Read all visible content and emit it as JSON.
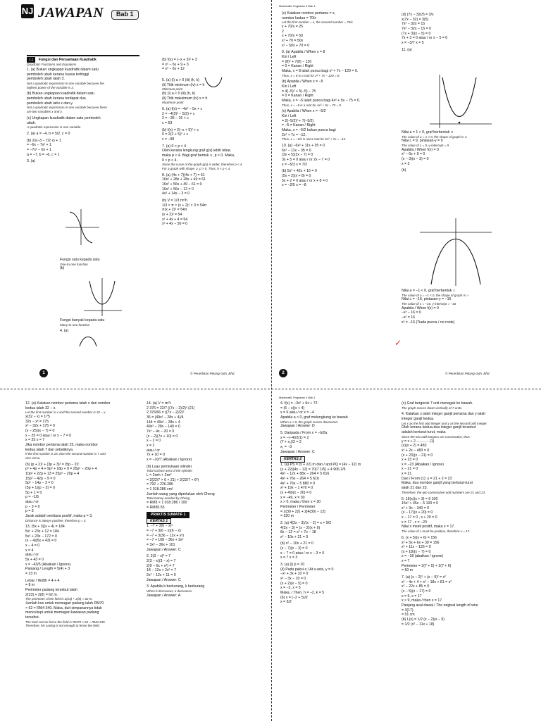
{
  "header": {
    "logo": "NJ",
    "title": "JAWAPAN",
    "chapter": "Bab 1",
    "running_head": "Matematik Tingkatan 4 Bab 1"
  },
  "topic": {
    "tag": "1.1",
    "title": "Fungsi dan Persamaan Kuadratik",
    "subtitle": "Quadratic Functions and Equations"
  },
  "page1": {
    "col1": [
      "1. (a) Bukan ungkapan kuadratik dalam satu",
      "pemboleh ubah kerana kuasa tertinggi",
      "pemboleh ubah ialah 3.",
      "~Not a quadratic expression in one variable because the",
      "~highest power of the variable is 3.",
      "",
      "(b) Bukan ungkapan kuadratik dalam satu",
      "pemboleh ubah kerana terdapat dua",
      "pemboleh ubah iaitu x dan y.",
      "~Not a quadratic expression in one variable because there",
      "~are two variables x and y.",
      "",
      "(c) Ungkapan kuadratik dalam satu pemboleh",
      "ubah.",
      "~A quadratic expression in one variable.",
      "",
      "2. (a) a = −4, b = 5/2, c = 0",
      "",
      "(b) 2x(−3 − 7/2 x) + 1",
      "= −6x − 7x² + 1",
      "= −7x² − 6x + 1",
      "a = −7, b = −6, c = 1",
      "",
      "3. (a)"
    ],
    "col1_b": [
      "Fungsi satu kepada satu",
      "~One-to-one function",
      "(b)"
    ],
    "col1_c": [
      "Fungsi banyak kepada satu",
      "~Many-to-one function",
      "",
      "4. (a)"
    ],
    "col2": [
      "(b) f(x) = (−x + 3)² + 3",
      "= x² − 6x + 9 + 3",
      "= x² − 6x + 12",
      "",
      "",
      "",
      "5. (a) (i) a > 0          (iii) (h, k)",
      "(ii) Titik minimum     (iv) x = h",
      "~Minimum point",
      "(b) (i) a < 0          (iii) (h, k)",
      "(ii) Titik maksimum    (iv) x = h",
      "~Maximum point",
      "",
      "6. (a) f(x) = −4x² − 5x + c",
      "2 = −4(3)² − 5(3) + c",
      "2 = −36 − 15 + c",
      "c = 53",
      "",
      "(b) f(x) = 2(−x + 5)² + c",
      "0 = 2(2 + 5)² + c",
      "c = −98",
      "",
      "7. (a) 0 < p < 4",
      "Oleh kerana lengkung graf g(x) lebih lebar,",
      "maka p < 4. Bagi graf bentuk ∪, p > 0. Maka,",
      "0 < p < 4.",
      "~Since the curve of the graph g(x) is wider, therefore p < 4.",
      "~For a graph with shape ∪, p > 0. Thus, 0 < p < 4.",
      "",
      "8. (a)    (4x + 7)(4x + 7) = 61",
      "16x² + 28x + 28x + 49 = 61",
      "16x² + 56x + 49 − 61 = 0",
      "16x² + 56x − 12 = 0",
      "4x² + 14x − 3 = 0",
      "",
      "(b)    V = 1/3 πr²h",
      "1/3 × π × (x + 2)² × 3 = 54π",
      "π(x + 2)² = 54π",
      "(x + 2)² = 54",
      "x² + 4x + 4 = 54",
      "x² + 4x − 50 = 0"
    ],
    "page_number": "1",
    "footer": "© Penerbitan Pelangi Sdn. Bhd."
  },
  "page2": {
    "col1": [
      "(c) Katakan nombor pertama = x,",
      "nombor kedua = 70/x",
      "~Let the first number = x, the second number = 70/x",
      "x + 70/x = 25",
      "2",
      "x + 70/x = 50",
      "x² + 70 = 50x",
      "x² − 50x + 70 = 0",
      "",
      "9. (a) Apabila / When x = 8",
      "Kiri / Left",
      "= (8)² + 7(8) − 120",
      "= 0 = Kanan / Right",
      "Maka, x = 8 ialah punca bagi x² + 7x − 120 = 0.",
      "~Thus, x = 8 is a root for x² + 7x − 120 = 0.",
      "",
      "(b) Apabila / When x = −5",
      "Kiri / Left",
      "= 4(−5)² + 5(−5) − 75",
      "= 0 = Kanan / Right",
      "Maka, x = −5 ialah punca bagi 4x² + 5x − 75 = 0.",
      "~Thus, x = −5 is a root for 4x² + 5x − 75 = 0.",
      "",
      "(c) Apabila / When x = −5/2",
      "Kiri / Left",
      "= 2(−5/2)² + 7(−5/2)",
      "= −5 ≠ Kanan / Right",
      "Maka, x = −5/2 bukan punca bagi",
      "2x² + 7x = −12.",
      "~Thus, x = −5/2 is not a root for 2x² + 7x = −12.",
      "",
      "10. (a) −6x² + 11x + 35 = 0",
      "6x² − 11x − 35 = 0",
      "(3x + 5)(2x − 7) = 0",
      "3x + 5 = 0    atau / or   2x − 7 = 0",
      "x = −5/3                  x = 7/2",
      "",
      "(b) 5x² + 42x + 16 = 0",
      "(5x + 2)(x + 8) = 0",
      "5x + 2 = 0   atau / or   x + 8 = 0",
      "x = −2/5                 x = −8"
    ],
    "col2": [
      "(d)    (7x − 32)/5 = 3/x",
      "x(7x − 32) = 3(5)",
      "7x² − 32x = 15",
      "7x² − 32x − 15 = 0",
      "(7x + 3)(x − 5) = 0",
      "7x + 3 = 0   atau / or   x − 5 = 0",
      "x = −3/7                 x = 5",
      "",
      "11. (a)"
    ],
    "col2_b": [
      "Nilai a = 1 > 0, graf berbentuk ∪",
      "~The value of a = 1 > 0, the shape of graph is ∪",
      "Nilai c = 9, pintasan-y = 9",
      "~The value of c = 9, y-intercept = 9",
      "Apabila / When f(x) = 0",
      "x² − 6x + 9 = 0",
      "(x − 3)(x − 3) = 0",
      "x = 3",
      "",
      "(b)"
    ],
    "col2_c": [
      "Nilai a = −1 < 0, graf berbentuk ∩",
      "~The value of a = −1 < 0, the shape of graph is ∩",
      "Nilai c = −16, pintasan-y = −16",
      "~The value of c = −16, y-intercept = −16",
      "Apabila / When f(x) = 0",
      "−x² − 16 = 0",
      "−x² = 16",
      "x² = −16 (Tiada punca / no roots)"
    ],
    "page_number": "2",
    "footer": "© Penerbitan Pelangi Sdn. Bhd."
  },
  "page3": {
    "col1": [
      "12. (a) Katakan nombor pertama ialah x dan nombor",
      "kedua ialah 32 − x.",
      "~Let the first number is x and the second number is 32 − x.",
      "x(32 − x) = 175",
      "32x − x² = 175",
      "x² − 32x + 175 = 0",
      "(x − 25)(x − 7) = 0",
      "x − 25 = 0      atau / or   x − 7 = 0",
      "x = 25                      x = 7",
      "Jika nombor pertama ialah 25, maka nombor",
      "kedua ialah 7 dan sebaliknya.",
      "~If the first number is 25, then the second number is 7 and",
      "~vice versa.",
      "",
      "(b)    (p + 2)² + (3p + 3)² = (5p − 2)²",
      "p² + 4p + 4 + 9p² + 18p + 9 = 25p² − 20p + 4",
      "10p² + 22p + 13 = 25p² − 20p + 4",
      "15p² − 42p − 9 = 0",
      "5p² − 14p − 3 = 0",
      "(5p + 1)(p − 3) = 0",
      "5p + 1 = 0",
      "p = −1/5",
      "atau / or",
      "p − 3 = 0",
      "p = 3",
      "Jarak adalah sentiasa positif, maka p = 3.",
      "~Distance is always positive, therefore p = 3.",
      "",
      "13. (5x + 3)(x + 4) = 184",
      "5x² + 23x + 12 = 184",
      "5x² + 23x − 172 = 0",
      "(x − 4)(5x + 43) = 0",
      "x − 4 = 0",
      "x = 4",
      "atau / or",
      "5x + 43 = 0",
      "x = −43/5 (Abaikan / Ignore)",
      "Panjang / Length = 5(4) + 3",
      "= 23 m",
      "",
      "Lebar / Width = 4 + 4",
      "= 8 m",
      "Perimeter padang tersebut ialah",
      "2(23) + 2(8) = 62 m.",
      "~The perimeter of the field is 2(23) + 2(8) = 62 m.",
      "Jumlah kos untuk memagari padang ialah RM70",
      "× 62 = RM4 340. Maka, duit simpanannya tidak",
      "mencukupi untuk memagari kawasan padang",
      "tersebut.",
      "~The total cost to fence the field is RM70 × 62 = RM4 340.",
      "~Therefore, his saving is not enough to fence the field."
    ],
    "col2": [
      "14. (a)              V = πr²t",
      "2 376 = 22/7 ((7x − 2)/2)² (21)",
      "2 376/66 = ((7x − 2)/2)²",
      "36 = (49x² − 28x + 4)/4",
      "144 = 49x² − 28x + 4",
      "49x² − 28x − 140 = 0",
      "7x² − 4x − 20 = 0",
      "(x − 2)(7x + 10) = 0",
      "x − 2 = 0",
      "x = 2",
      "atau / or",
      "7x + 10 = 0",
      "x = −10/7 (Abaikan / Ignore)",
      "",
      "(b) Luas permukaan silinder",
      "~Total surface area of the cylinder",
      "L = 2πrh + 2πr²",
      "= 2(22/7 × 6 × 21) + 2(22/7 × 6²)",
      "= 792 + 226.286",
      "= 1 018.286 cm²",
      "Jumlah wang yang diperlukan oleh Cheng",
      "~Total money needed by Cheng",
      "= RM3 × 1 018.286 / 100",
      "= RM30.55",
      "",
      "@PRAKTIS SUMATIF 1",
      "#KERTAS 1",
      "1.  −7 + 3(6 − x)²",
      "= −7 + 3(6 − x)(6 − x)",
      "= −7 + 3(36 − 12x + x²)",
      "= −7 + 108 − 36x + 3x²",
      "= 3x² − 36x + 101",
      "Jawapan / Answer: C",
      "",
      "2.  2(3 − x)² = 7",
      "2(3 − x)(3 − x) = 7",
      "2(9 − 6x + x²) = 7",
      "18 − 12x + 2x² = 7",
      "2x² − 12x + 11 = 0",
      "Jawapan / Answer: C",
      "",
      "3. Apabila b berkurang, k berkurang",
      "~When b decreases, k decreases",
      "Jawapan / Answer: A"
    ]
  },
  "page4": {
    "col1": [
      "4.  f(x) = −3x² + 6x + 72",
      "= (6 − x)(x + 4)",
      "x = 6 atau / or x = −4",
      "Apabila a < 0, graf melengkung ke bawah.",
      "~When a < 0, the graph curves downward.",
      "Jawapan / Answer: D",
      "",
      "5. Daripada / From x = −b/2a",
      "x = −(−4)/2(1) = 2",
      "(7 + x₁)/2 = 2",
      "x₁ = −3",
      "Jawapan / Answer: C",
      "",
      "#KERTAS 2",
      "1. (a) PS = (x + 22) m dan / and PQ = (4x − 12) m",
      "(x + 22)(4x − 12) = 70(7 1/5) + 4 906 2/5",
      "4x² − 12x + 88x − 264 = 5 616",
      "4x² + 76x − 264 = 5 616",
      "4x² + 76x − 5 880 = 0",
      "x² + 19x − 1 470 = 0",
      "(x + 49)(x − 30) = 0",
      "x = −49, x = 30",
      "x > 0, maka / then x = 30",
      "Perimeter / Perimeter",
      "= 2(30 + 22) + 2[4(30) − 12]",
      "= 320 m",
      "",
      "2. (a)    4(2x − 3)/(x − 2) = x + 9/2",
      "4(2x − 3) = (x − 2)(x + 9)",
      "8x − 12 = x² + 7x − 18",
      "x² − 10x + 21 = 0",
      "",
      "(b) x² − 10x + 21 = 0",
      "(x − 7)(x − 3) = 0",
      "x − 7 = 0  atau / or  x − 3 = 0",
      "x = 7              x = 3",
      "",
      "3. (a) (i) p = 10",
      "(ii) Pada paksi-x / At x-axis, y = 0",
      "−x² + 3x + 10 = 0",
      "x² − 3x − 10 = 0",
      "(x + 2)(x − 5) = 0",
      "x = −2, x = 5",
      "Maka, / Then, h = −2, k = 5",
      "(b) x = (−2 + 5)/2",
      "x = 3/2"
    ],
    "col2": [
      "(c) Graf bergerak 7 unit menegak ke bawah.",
      "~The graph moves down vertically of 7 units.",
      "",
      "4. Katakan x ialah integer ganjil pertama dan y ialah",
      "integer ganjil kedua.",
      "~Let x as the first odd integer and y as the second odd integer.",
      "Oleh kerana kedua-dua integer ganjil tersebut",
      "adalah berturut-turut, maka",
      "~Since the two odd integers are consecutive, thus",
      "y = x + 2 ............ (1)",
      "(x)(x + 2) = 483",
      "x² + 2x − 483 = 0",
      "(x + 23)(x − 21) = 0",
      "x + 23 = 0",
      "x = −23 (Abaikan / Ignore)",
      "x − 21 = 0",
      "x = 21",
      "Dari / From (1): y = 21 + 2 = 23",
      "Maka, dua nombor ganjil yang berturut-turut",
      "ialah 21 dan 23.",
      "~Therefore, the two consecutive odd numbers are 21 and 23.",
      "",
      "5.      15(x)(x + 3) = 5 100",
      "15x² + 45x − 5 100 = 0",
      "x² + 3x − 340 = 0",
      "(x − 17)(x + 20) = 0",
      "x − 17 = 0  ,  x + 20 = 0",
      "x = 17  ,  x = −20",
      "Nilai x mesti positif, maka x = 17.",
      "~The value of x must be positive, therefore x = 17.",
      "",
      "6. (x + 5)(x + 6) = 156",
      "x² + 5x + 6x + 30 = 156",
      "x² + 11x − 126 = 0",
      "(x + 18)(x − 7) = 0",
      "x = −18 (abaikan / ignore)",
      "x = 7",
      "Perimeter = 2(7 + 5) + 2(7 + 6)",
      "= 50 m",
      "",
      "7. (a)   (x − 2)² + (x − 9)² = x²",
      "x² − 4x + 4 + x² − 18x + 81 = x²",
      "x² − 22x + 85 = 0",
      "(x − 5)(x − 17) = 0",
      "x = 5, x = 17",
      "x > 9, maka / then x = 17",
      "Panjang asal dawai / The original length of wire",
      "= 3(17)",
      "= 51 cm",
      "(b) L(x) = 1/2 (x − 2)(x − 9)",
      "= 1/2 (x² − 11x + 18)"
    ]
  }
}
